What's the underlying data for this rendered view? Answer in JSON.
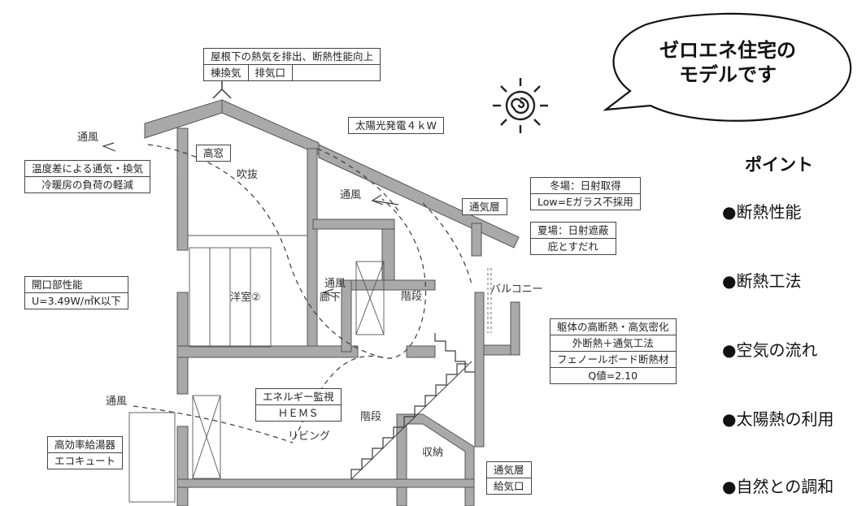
{
  "bubble": {
    "line1": "ゼロエネ住宅の",
    "line2": "モデルです"
  },
  "points": {
    "title": "ポイント",
    "items": [
      "●断熱性能",
      "●断熱工法",
      "●空気の流れ",
      "●太陽熱の利用",
      "●自然との調和"
    ]
  },
  "callouts": {
    "roof": {
      "line1": "屋根下の熱気を排出、断熱性能向上",
      "cell1": "棟換気",
      "cell2": "排気口"
    },
    "solar": "太陽光発電４ｋW",
    "temp": [
      "温度差による通気・換気",
      "冷暖房の負荷の軽減"
    ],
    "winter": [
      "冬場：日射取得",
      "Low=Eガラス不採用"
    ],
    "summer": [
      "夏場：日射遮蔽",
      "庇とすだれ"
    ],
    "air_layer_top": "通気層",
    "opening": [
      "開口部性能",
      "U=3.49W/㎡K以下"
    ],
    "body": [
      "躯体の高断熱・高気密化",
      "外断熱＋通気工法",
      "フェノールボード断熱材",
      "Q値=2.10"
    ],
    "hems": [
      "エネルギー監視",
      "ＨＥＭＳ"
    ],
    "water": [
      "高効率給湯器",
      "エコキュート"
    ],
    "air_bottom": [
      "通気層",
      "給気口"
    ]
  },
  "labels": {
    "high_window": "高窓",
    "fukinuke": "吹抜",
    "yoshitsu": "洋室②",
    "tsufu_top_left": "通風",
    "tsufu_loft": "通風",
    "tsufu_hall": "通風",
    "rouka": "廊下",
    "kaidan_upper": "階段",
    "balcony": "バルコニー",
    "kaidan_lower": "階段",
    "living": "リビング",
    "storage": "収納",
    "tsufu_bottom_left": "通風"
  },
  "colors": {
    "line": "#3a3a3a",
    "wall": "#a9a9a9",
    "wall_edge": "#555555",
    "text": "#222222"
  }
}
